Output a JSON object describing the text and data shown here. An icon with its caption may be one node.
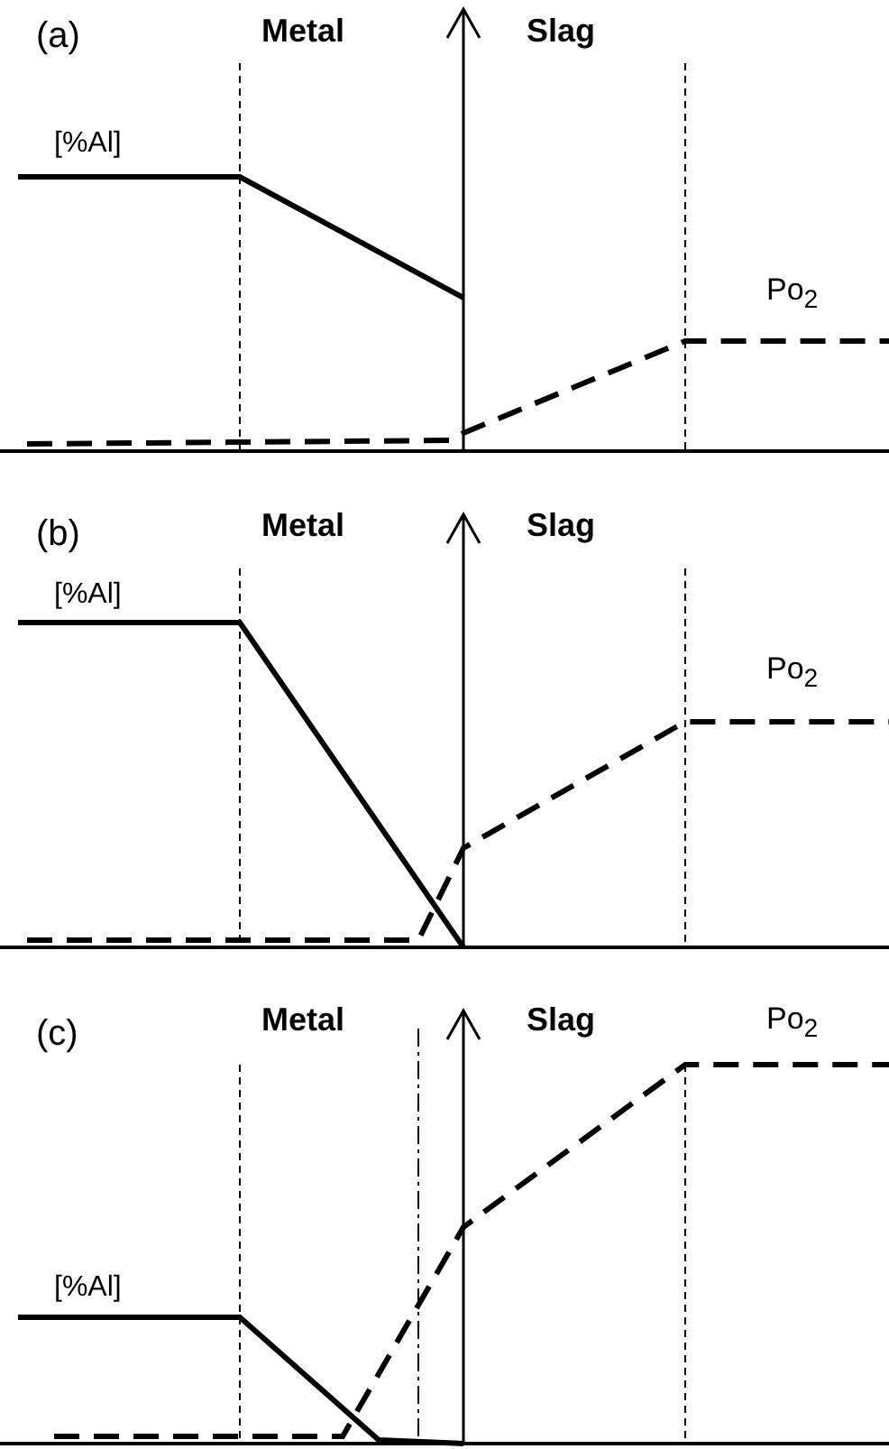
{
  "diagram": {
    "labels": [
      "(a)",
      "Metal",
      "Slag",
      "[%Al]",
      "Po$_{2}$",
      "(b)",
      "Metal",
      "Slag",
      "[%Al]",
      "Po$_{2}$",
      "(c)",
      "Metal",
      "Slag",
      "[%Al]",
      "Po$_{2}$"
    ]
  }
}
